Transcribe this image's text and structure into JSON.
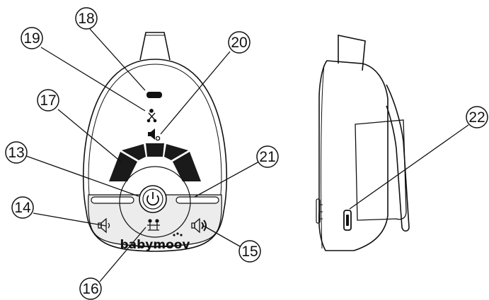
{
  "callouts": {
    "c13": "13",
    "c14": "14",
    "c15": "15",
    "c16": "16",
    "c17": "17",
    "c18": "18",
    "c19": "19",
    "c20": "20",
    "c21": "21",
    "c22": "22"
  },
  "brand": {
    "logo": "babymoov"
  },
  "colors": {
    "ink": "#111111",
    "paper": "#ffffff",
    "shade": "#d9d9d9"
  },
  "icons": {
    "volume_down": "speaker-low-icon",
    "volume_up": "speaker-high-icon",
    "power": "power-icon",
    "talk": "parent-child-icon",
    "sound_indicator": "speaker-indicator-icon",
    "link_indicator": "baby-link-icon",
    "usb_port": "usb-port-icon"
  }
}
